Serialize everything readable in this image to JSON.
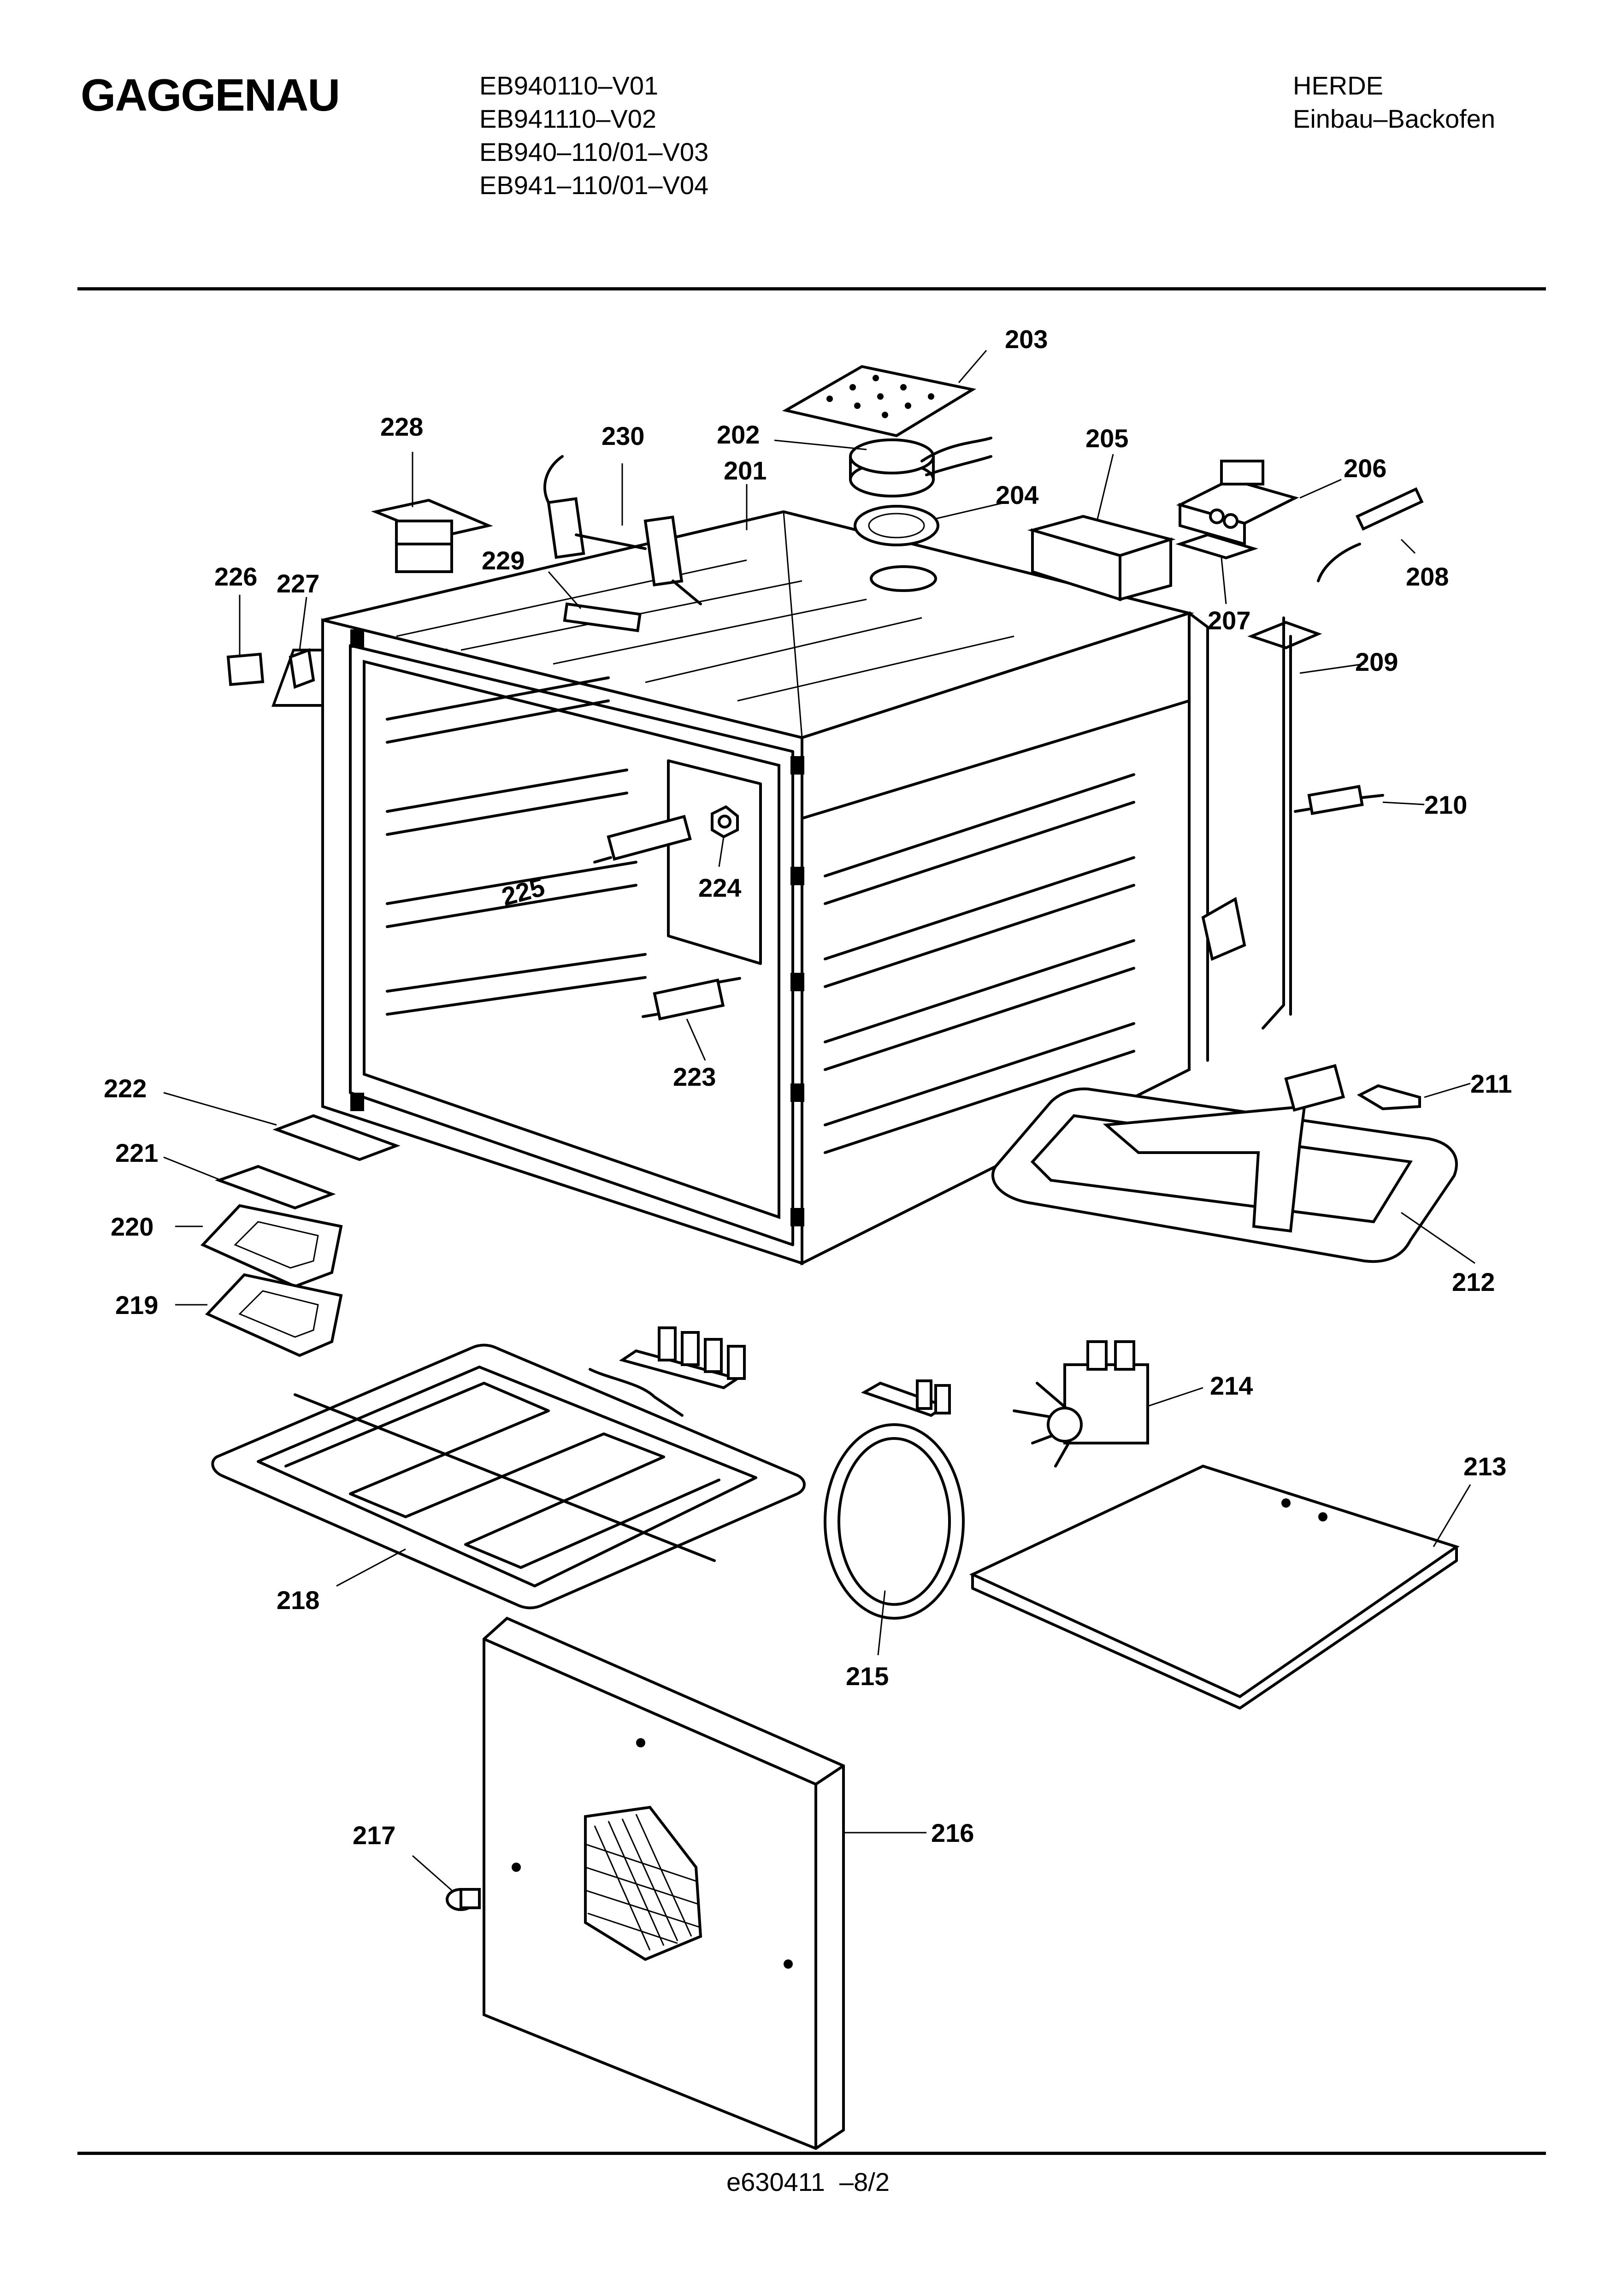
{
  "header": {
    "brand": "GAGGENAU",
    "models": [
      "EB940110–V01",
      "EB941110–V02",
      "EB940–110/01–V03",
      "EB941–110/01–V04"
    ],
    "category_line1": "HERDE",
    "category_line2": "Einbau–Backofen"
  },
  "footer": {
    "document_number": "e630411  –8/2"
  },
  "diagram": {
    "part_labels": {
      "p201": "201",
      "p202": "202",
      "p203": "203",
      "p204": "204",
      "p205": "205",
      "p206": "206",
      "p207": "207",
      "p208": "208",
      "p209": "209",
      "p210": "210",
      "p211": "211",
      "p212": "212",
      "p213": "213",
      "p214": "214",
      "p215": "215",
      "p216": "216",
      "p217": "217",
      "p218": "218",
      "p219": "219",
      "p220": "220",
      "p221": "221",
      "p222": "222",
      "p223": "223",
      "p224": "224",
      "p225": "225",
      "p226": "226",
      "p227": "227",
      "p228": "228",
      "p229": "229",
      "p230": "230"
    }
  }
}
